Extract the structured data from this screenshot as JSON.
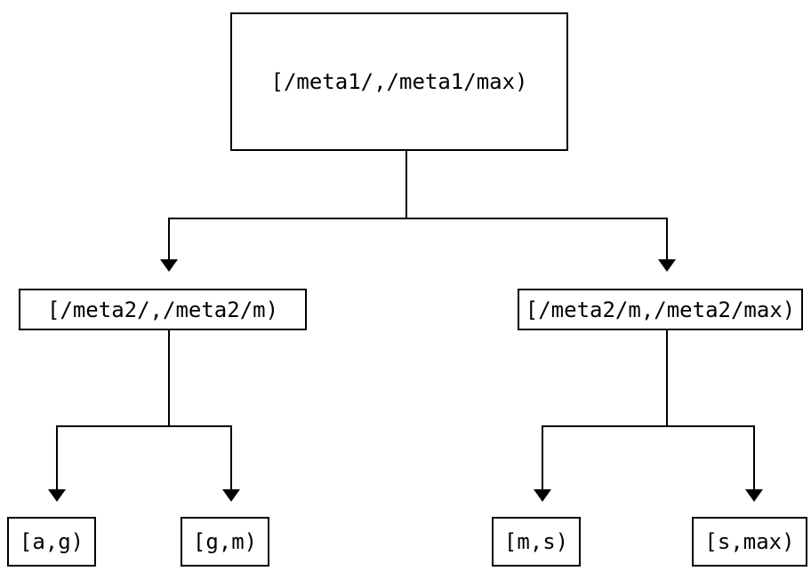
{
  "diagram": {
    "type": "tree",
    "colors": {
      "background": "#ffffff",
      "line": "#000000",
      "text": "#000000"
    },
    "nodes": {
      "root": {
        "label": "[/meta1/,/meta1/max)"
      },
      "left": {
        "label": "[/meta2/,/meta2/m)"
      },
      "right": {
        "label": "[/meta2/m,/meta2/max)"
      },
      "leaf_ag": {
        "label": "[a,g)"
      },
      "leaf_gm": {
        "label": "[g,m)"
      },
      "leaf_ms": {
        "label": "[m,s)"
      },
      "leaf_smax": {
        "label": "[s,max)"
      }
    },
    "edges": [
      {
        "from": "root",
        "to": "left"
      },
      {
        "from": "root",
        "to": "right"
      },
      {
        "from": "left",
        "to": "leaf_ag"
      },
      {
        "from": "left",
        "to": "leaf_gm"
      },
      {
        "from": "right",
        "to": "leaf_ms"
      },
      {
        "from": "right",
        "to": "leaf_smax"
      }
    ]
  }
}
